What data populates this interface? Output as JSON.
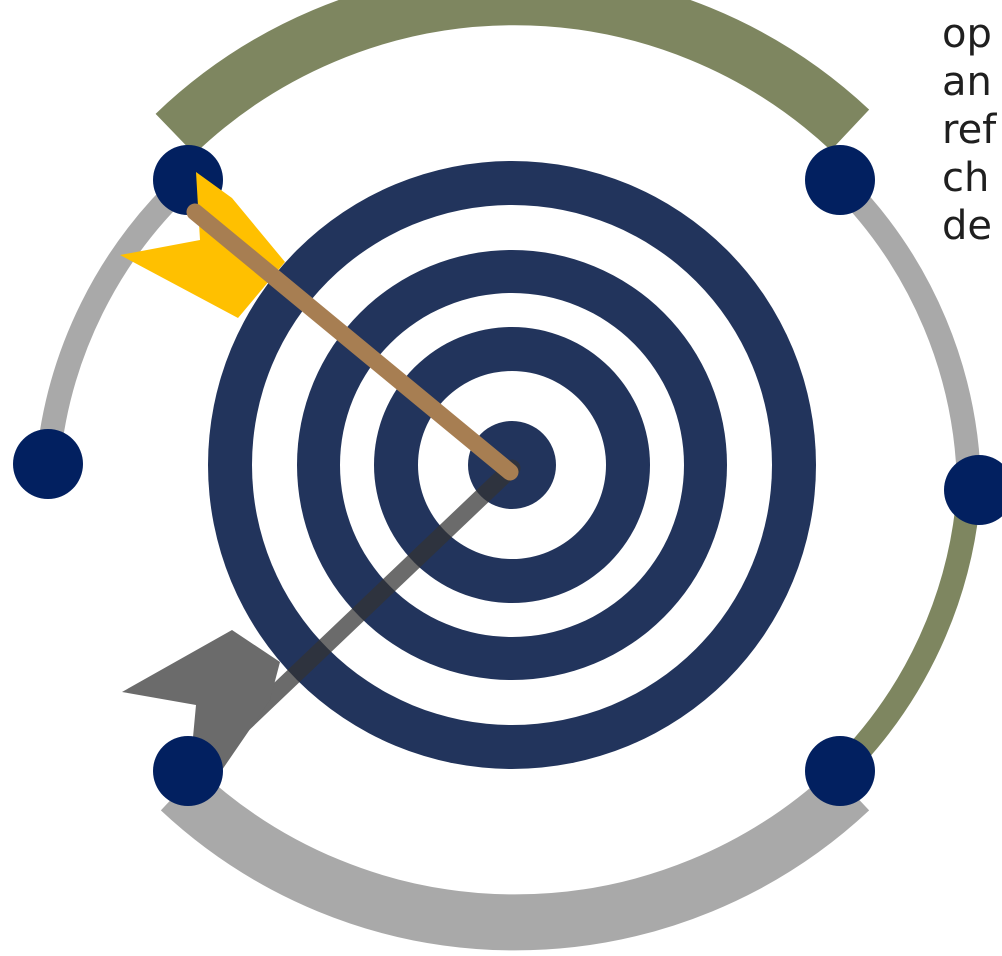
{
  "colors": {
    "ring_olive": "#7e8660",
    "ring_gray": "#a9a9a9",
    "node_navy": "#022060",
    "target_navy": "#22345c",
    "arrow_shaft": "#a77e52",
    "arrow_fletching": "#ffc000",
    "arrow_shadow": "#333333",
    "text": "#1f1f1f"
  },
  "icons": {
    "target": "bullseye-target-icon",
    "arrow": "arrow-icon"
  },
  "text_lines": [
    "op",
    "an",
    "ref",
    "ch",
    "de"
  ]
}
